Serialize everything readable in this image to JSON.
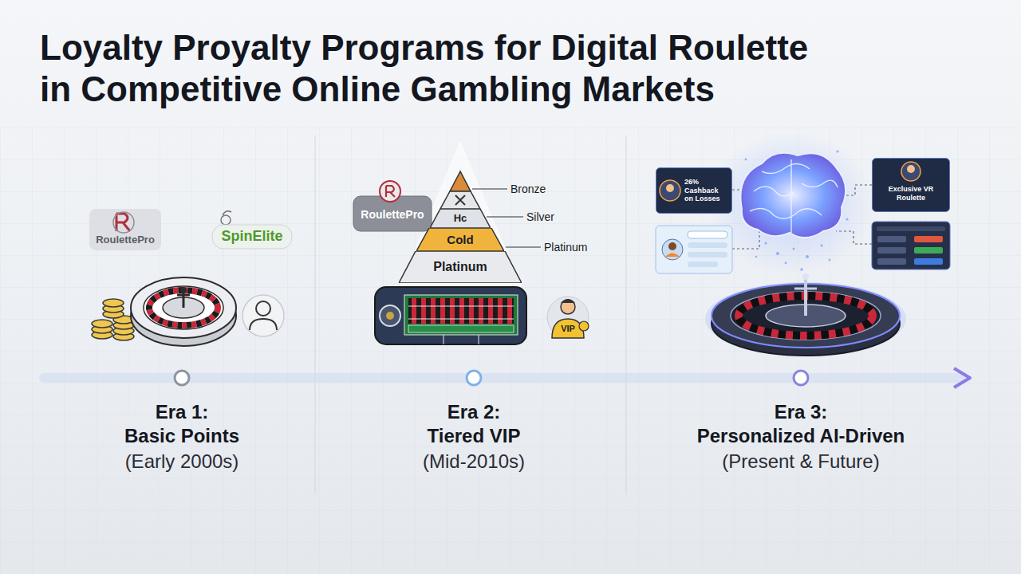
{
  "diagram": {
    "title": "Loyalty Proyalty Programs for Digital Roulette in Competitive Online Gambling Markets",
    "nodes": [
      {
        "text": [
          "Hc"
        ]
      },
      {
        "text": [
          "Cold"
        ]
      },
      {
        "text": [
          "Platinum"
        ]
      },
      {
        "text": [
          "26% Cashback on Losses"
        ]
      },
      {
        "text": [
          "Exclusive VR Roulette"
        ]
      }
    ],
    "labels": [
      "RoulettePro",
      "SpinElite",
      "RoulettePro",
      "Bronze",
      "Silver",
      "Platinum",
      "VIP",
      "Era 1:",
      "Basic Points",
      "(Early 2000s)",
      "Era 2:",
      "Tiered VIP",
      "(Mid-2010s)",
      "Era 3:",
      "Personalized AI-Driven",
      "(Present & Future)"
    ]
  }
}
